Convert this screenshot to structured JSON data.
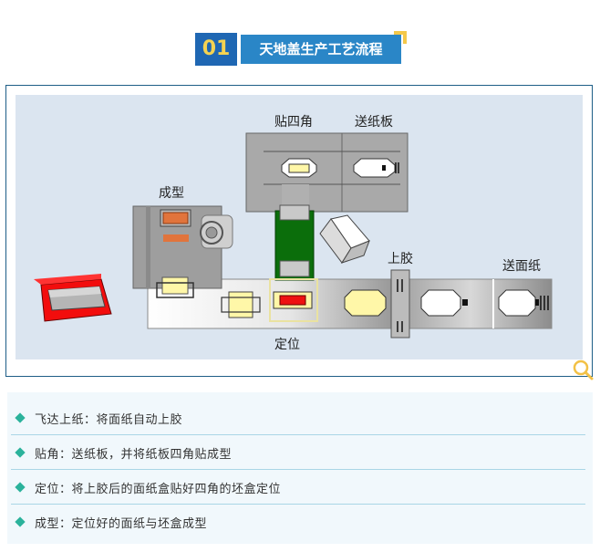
{
  "header": {
    "number": "01",
    "title": "天地盖生产工艺流程",
    "accent": "#1f67b3",
    "title_bg": "#2a86c7",
    "number_color": "#f6d351"
  },
  "diagram": {
    "labels": {
      "corner_paste": "贴四角",
      "board_feed": "送纸板",
      "forming": "成型",
      "gluing": "上胶",
      "face_paper_feed": "送面纸",
      "positioning": "定位"
    },
    "colors": {
      "background": "#dbe5f0",
      "red_box": "#f20d0d",
      "green_column": "#0b6e0b",
      "yellow_part": "#fff7a8"
    }
  },
  "steps": [
    {
      "label": "飞达上纸：将面纸自动上胶"
    },
    {
      "label": "贴角：送纸板，并将纸板四角贴成型"
    },
    {
      "label": "定位：将上胶后的面纸盒贴好四角的坯盒定位"
    },
    {
      "label": "成型：定位好的面纸与坯盒成型"
    }
  ],
  "icons": {
    "bullet": "diamond-icon",
    "zoom": "magnifier-icon"
  }
}
